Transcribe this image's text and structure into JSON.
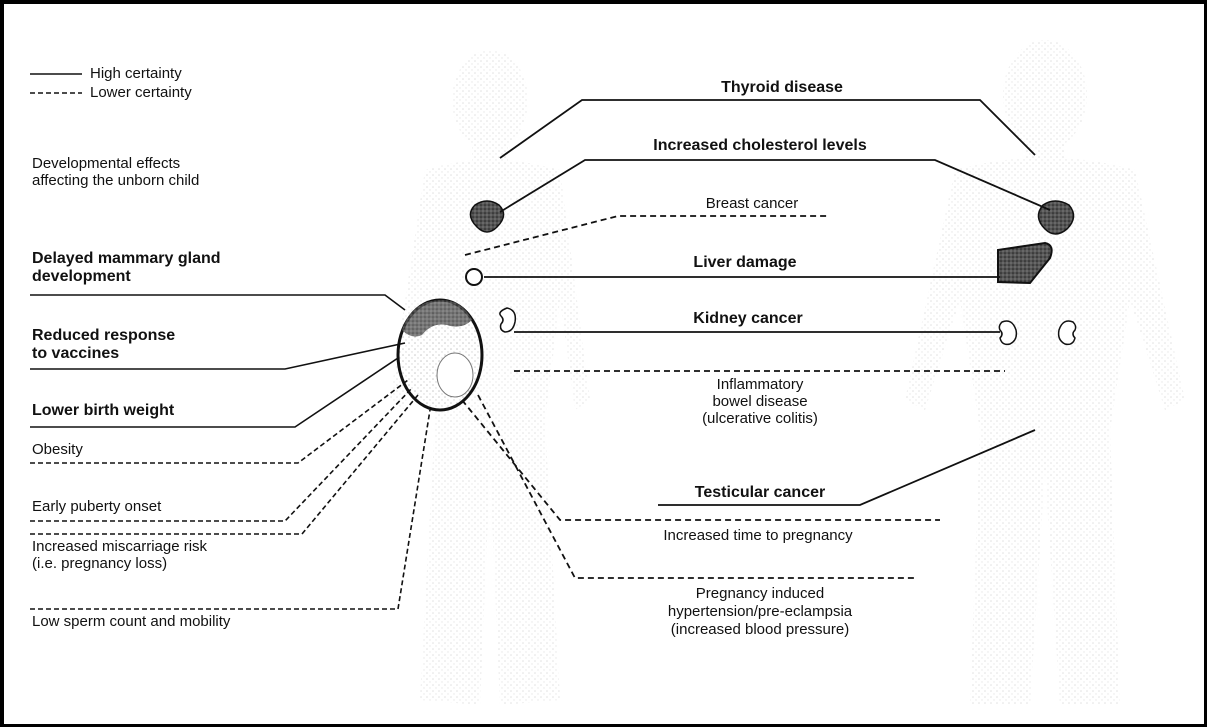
{
  "legend": {
    "solid_label": "High certainty",
    "dashed_label": "Lower certainty"
  },
  "left_header": {
    "line1": "Developmental effects",
    "line2": "affecting the unborn child"
  },
  "left_effects": [
    {
      "line1": "Delayed mammary gland",
      "line2": "development",
      "certainty": "high"
    },
    {
      "line1": "Reduced response",
      "line2": "to vaccines",
      "certainty": "high"
    },
    {
      "line1": "Lower birth weight",
      "line2": "",
      "certainty": "high"
    },
    {
      "line1": "Obesity",
      "line2": "",
      "certainty": "lower"
    },
    {
      "line1": "Early puberty onset",
      "line2": "",
      "certainty": "lower"
    },
    {
      "line1": "Increased miscarriage risk",
      "line2": "(i.e. pregnancy loss)",
      "certainty": "lower"
    },
    {
      "line1": "Low sperm count and mobility",
      "line2": "",
      "certainty": "lower"
    }
  ],
  "center_effects": [
    {
      "line1": "Thyroid disease",
      "line2": "",
      "line3": "",
      "certainty": "high"
    },
    {
      "line1": "Increased cholesterol levels",
      "line2": "",
      "line3": "",
      "certainty": "high"
    },
    {
      "line1": "Breast cancer",
      "line2": "",
      "line3": "",
      "certainty": "lower"
    },
    {
      "line1": "Liver damage",
      "line2": "",
      "line3": "",
      "certainty": "high"
    },
    {
      "line1": "Kidney cancer",
      "line2": "",
      "line3": "",
      "certainty": "high"
    },
    {
      "line1": "Inflammatory",
      "line2": "bowel disease",
      "line3": "(ulcerative colitis)",
      "certainty": "lower"
    },
    {
      "line1": "Testicular cancer",
      "line2": "",
      "line3": "",
      "certainty": "high"
    },
    {
      "line1": "Increased time to pregnancy",
      "line2": "",
      "line3": "",
      "certainty": "lower"
    },
    {
      "line1": "Pregnancy induced",
      "line2": "hypertension/pre-eclampsia",
      "line3": "(increased blood pressure)",
      "certainty": "lower"
    }
  ],
  "colors": {
    "line": "#111111",
    "body_stipple": "#c8c8c8",
    "organ": "#4a4a4a"
  }
}
